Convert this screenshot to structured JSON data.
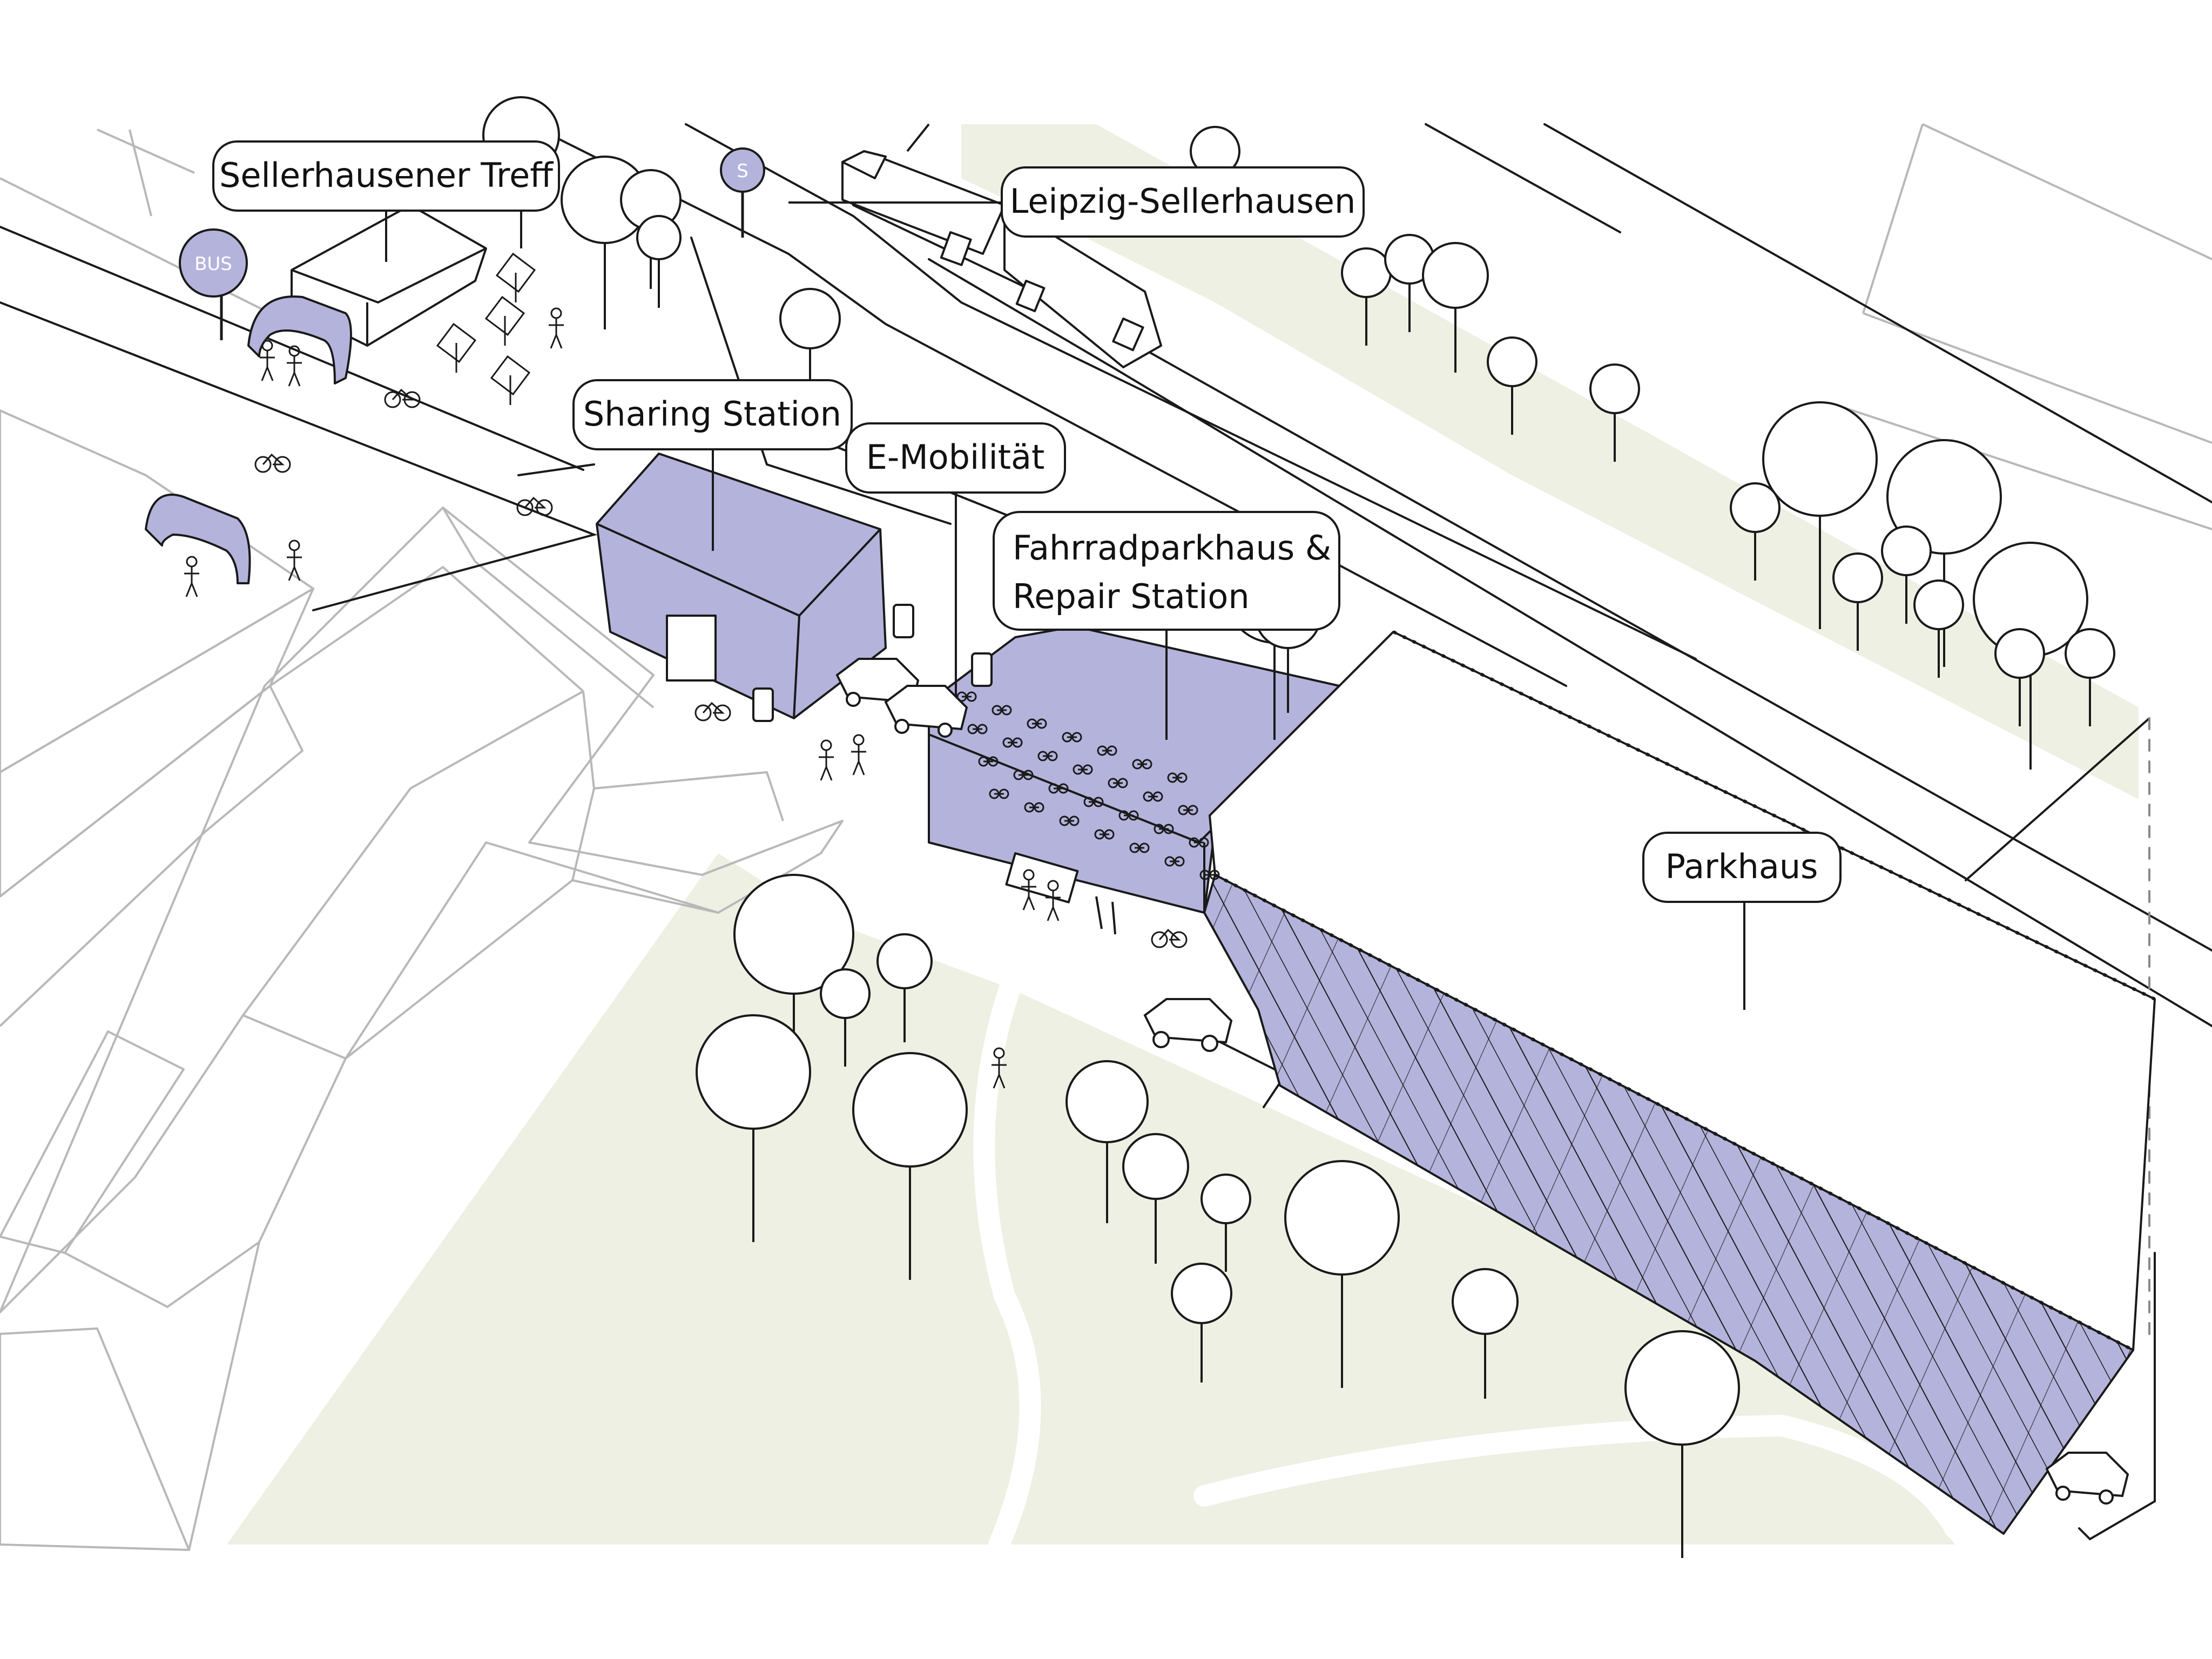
{
  "colors": {
    "accent": "#b4b3dc",
    "green": "#edf0e2",
    "line": "#1a1a1a",
    "light_line": "#b8b8b8"
  },
  "labels": {
    "treff": "Sellerhausener Treff",
    "station": "Leipzig-Sellerhausen",
    "sharing": "Sharing Station",
    "emob": "E-Mobilität",
    "fahrrad_1": "Fahrradparkhaus &",
    "fahrrad_2": "Repair Station",
    "parkhaus": "Parkhaus"
  },
  "signs": {
    "bus": "BUS",
    "sbahn": "S"
  },
  "icons": [
    "bus-stop-icon",
    "s-bahn-icon",
    "tree-icon",
    "bicycle-icon",
    "car-icon",
    "person-icon",
    "umbrella-icon",
    "ev-charger-icon",
    "repair-tools-icon",
    "train-icon"
  ]
}
